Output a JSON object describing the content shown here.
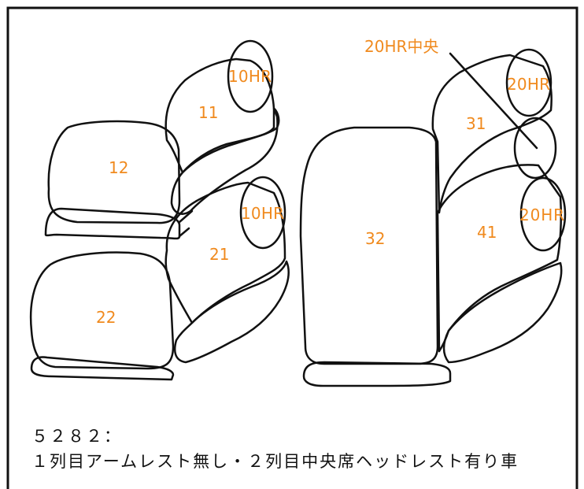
{
  "colors": {
    "outline": "#111111",
    "label": "#f08a1e",
    "caption": "#111111",
    "background": "#ffffff"
  },
  "labels": {
    "seat_11": "11",
    "seat_12": "12",
    "seat_21": "21",
    "seat_22": "22",
    "seat_31": "31",
    "seat_32": "32",
    "seat_41": "41",
    "headrest_10hr_top": "10HR",
    "headrest_10hr_mid": "10HR",
    "headrest_20hr_top": "20HR",
    "headrest_20hr_bottom": "20HR",
    "headrest_20hr_center_callout": "20HR中央"
  },
  "caption": {
    "code": "５２８２：",
    "description": "１列目アームレスト無し・２列目中央席ヘッドレスト有り車"
  }
}
